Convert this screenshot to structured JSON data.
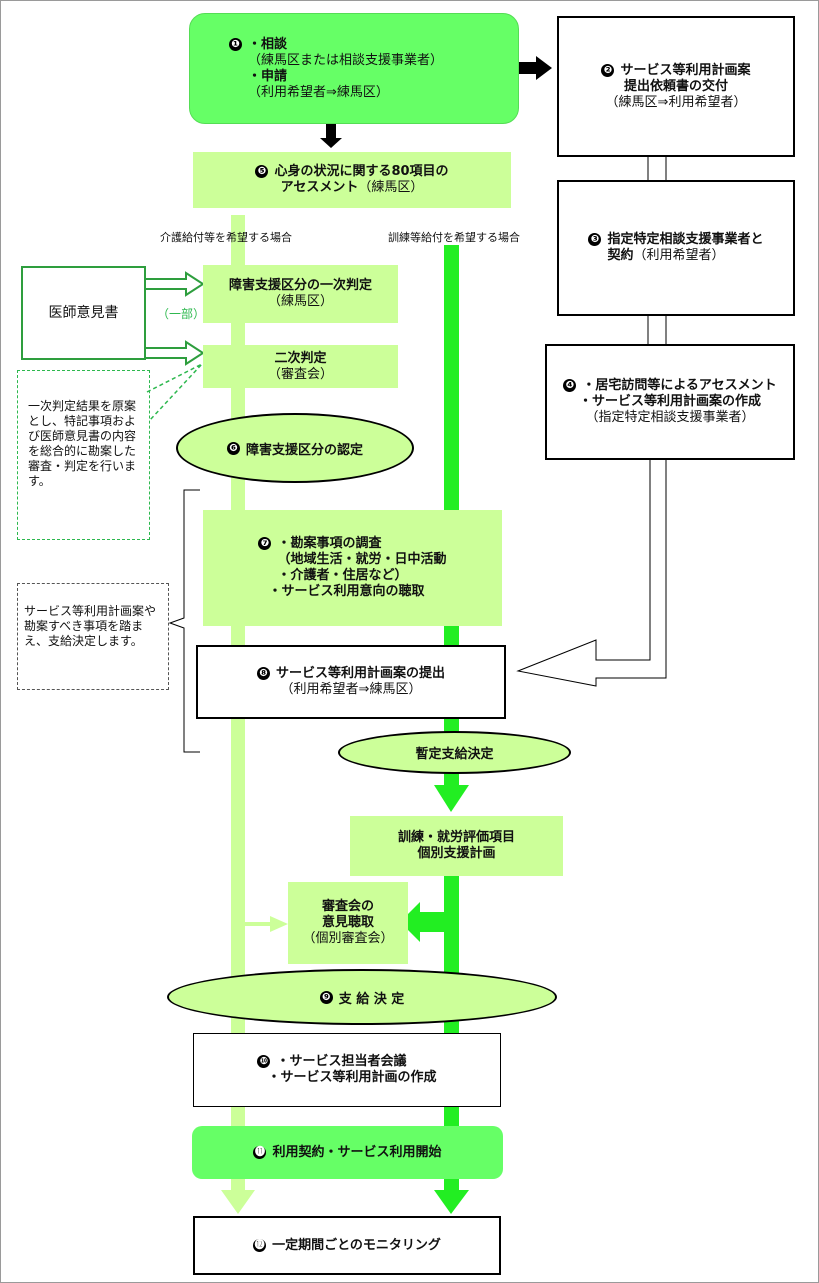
{
  "steps": {
    "s1": {
      "num": "❶",
      "l1": "・相談",
      "l2": "（練馬区または相談支援事業者）",
      "l3": "・申請",
      "l4": "（利用希望者⇒練馬区）"
    },
    "s2": {
      "num": "❷",
      "l1": "サービス等利用計画案",
      "l2": "提出依頼書の交付",
      "l3": "（練馬区⇒利用希望者）"
    },
    "s3": {
      "num": "❸",
      "l1": "指定特定相談支援事業者と",
      "l2": "契約",
      "l3": "（利用希望者）"
    },
    "s4": {
      "num": "❹",
      "l1": "・居宅訪問等によるアセスメント",
      "l2": "・サービス等利用計画案の作成",
      "l3": "（指定特定相談支援事業者）"
    },
    "s5": {
      "num": "❺",
      "l1": "心身の状況に関する80項目の",
      "l2": "アセスメント",
      "l3": "（練馬区）"
    },
    "s6": {
      "num": "❻",
      "l1": "障害支援区分の認定"
    },
    "s7": {
      "num": "❼",
      "l1": "・勘案事項の調査",
      "l2": "（地域生活・就労・日中活動",
      "l3": "・介護者・住居など）",
      "l4": "・サービス利用意向の聴取"
    },
    "s8": {
      "num": "❽",
      "l1": "サービス等利用計画案の提出",
      "l2": "（利用希望者⇒練馬区）"
    },
    "s9": {
      "num": "❾",
      "l1": "支 給 決 定"
    },
    "s10": {
      "num": "❿",
      "l1": "・サービス担当者会議",
      "l2": "・サービス等利用計画の作成"
    },
    "s11": {
      "num": "⓫",
      "l1": "利用契約・サービス利用開始"
    },
    "s12": {
      "num": "⓬",
      "l1": "一定期間ごとのモニタリング"
    }
  },
  "boxes": {
    "ichiji": {
      "l1": "障害支援区分の一次判定",
      "l2": "（練馬区）"
    },
    "niji": {
      "l1": "二次判定",
      "l2": "（審査会）"
    },
    "ishi": {
      "l1": "医師意見書"
    },
    "ichibu": "（一部）",
    "zantei": "暫定支給決定",
    "kunren": {
      "l1": "訓練・就労評価項目",
      "l2": "個別支援計画"
    },
    "shinsakai": {
      "l1": "審査会の",
      "l2": "意見聴取",
      "l3": "（個別審査会）"
    }
  },
  "labels": {
    "kaigo": "介護給付等を希望する場合",
    "kunren": "訓練等給付を希望する場合"
  },
  "notes": {
    "note1": "一次判定結果を原案とし、特記事項および医師意見書の内容を総合的に勘案した審査・判定を行います。",
    "note2": "サービス等利用計画案や勘案すべき事項を踏まえ、支給決定します。"
  },
  "colors": {
    "bright_green": "#66ff66",
    "light_green": "#ccff99",
    "arrow_bright": "#22ee22",
    "arrow_light": "#ccff99",
    "dashed_green": "#2db84e"
  }
}
